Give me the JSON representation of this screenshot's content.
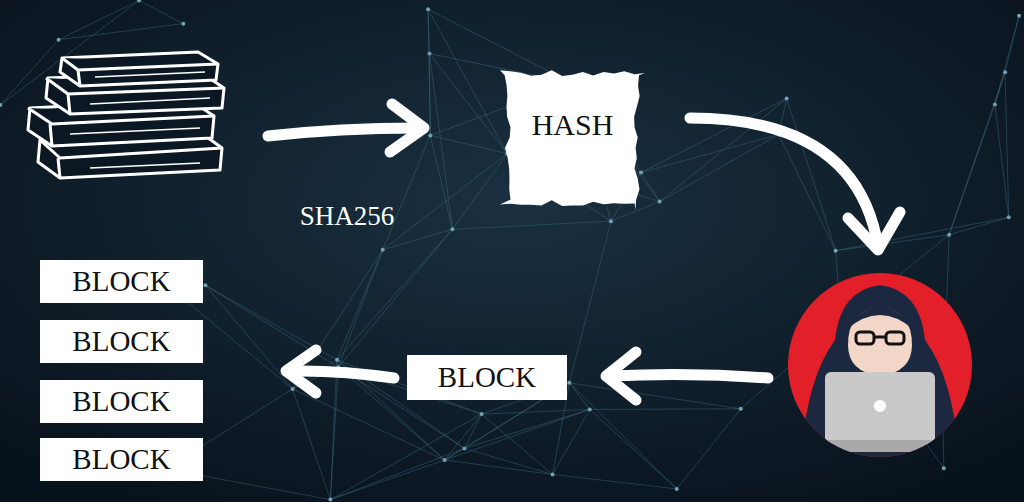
{
  "diagram": {
    "nodes": [
      {
        "text": [
          "HASH"
        ]
      },
      {
        "text": [
          "BLOCK"
        ]
      },
      {
        "text": [
          "BLOCK"
        ]
      },
      {
        "text": [
          "BLOCK"
        ]
      },
      {
        "text": [
          "BLOCK"
        ]
      },
      {
        "text": [
          "BLOCK"
        ]
      }
    ],
    "labels": [
      "SHA256"
    ]
  }
}
